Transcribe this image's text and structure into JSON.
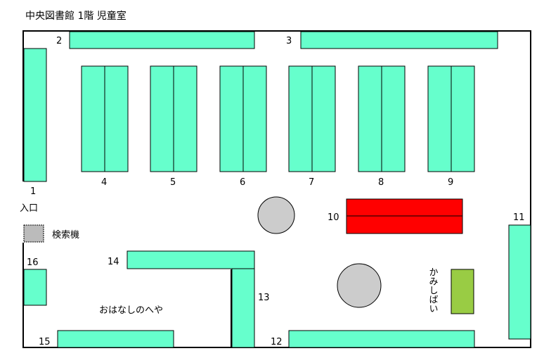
{
  "title": "中央図書館 1階 児童室",
  "entrance_label": "入口",
  "search_label": "検索機",
  "story_room_label": "おはなしのへや",
  "kamishibai_label": "かみしばい",
  "shelf_numbers": {
    "s1": "1",
    "s2": "2",
    "s3": "3",
    "s4": "4",
    "s5": "5",
    "s6": "6",
    "s7": "7",
    "s8": "8",
    "s9": "9",
    "s10": "10",
    "s11": "11",
    "s12": "12",
    "s13": "13",
    "s14": "14",
    "s15": "15",
    "s16": "16"
  },
  "colors": {
    "shelf": "#66ffcc",
    "shelf_10": "#ff0000",
    "kamishibai": "#99cc44",
    "table": "#cccccc",
    "search_terminal": "#bbbbbb"
  }
}
